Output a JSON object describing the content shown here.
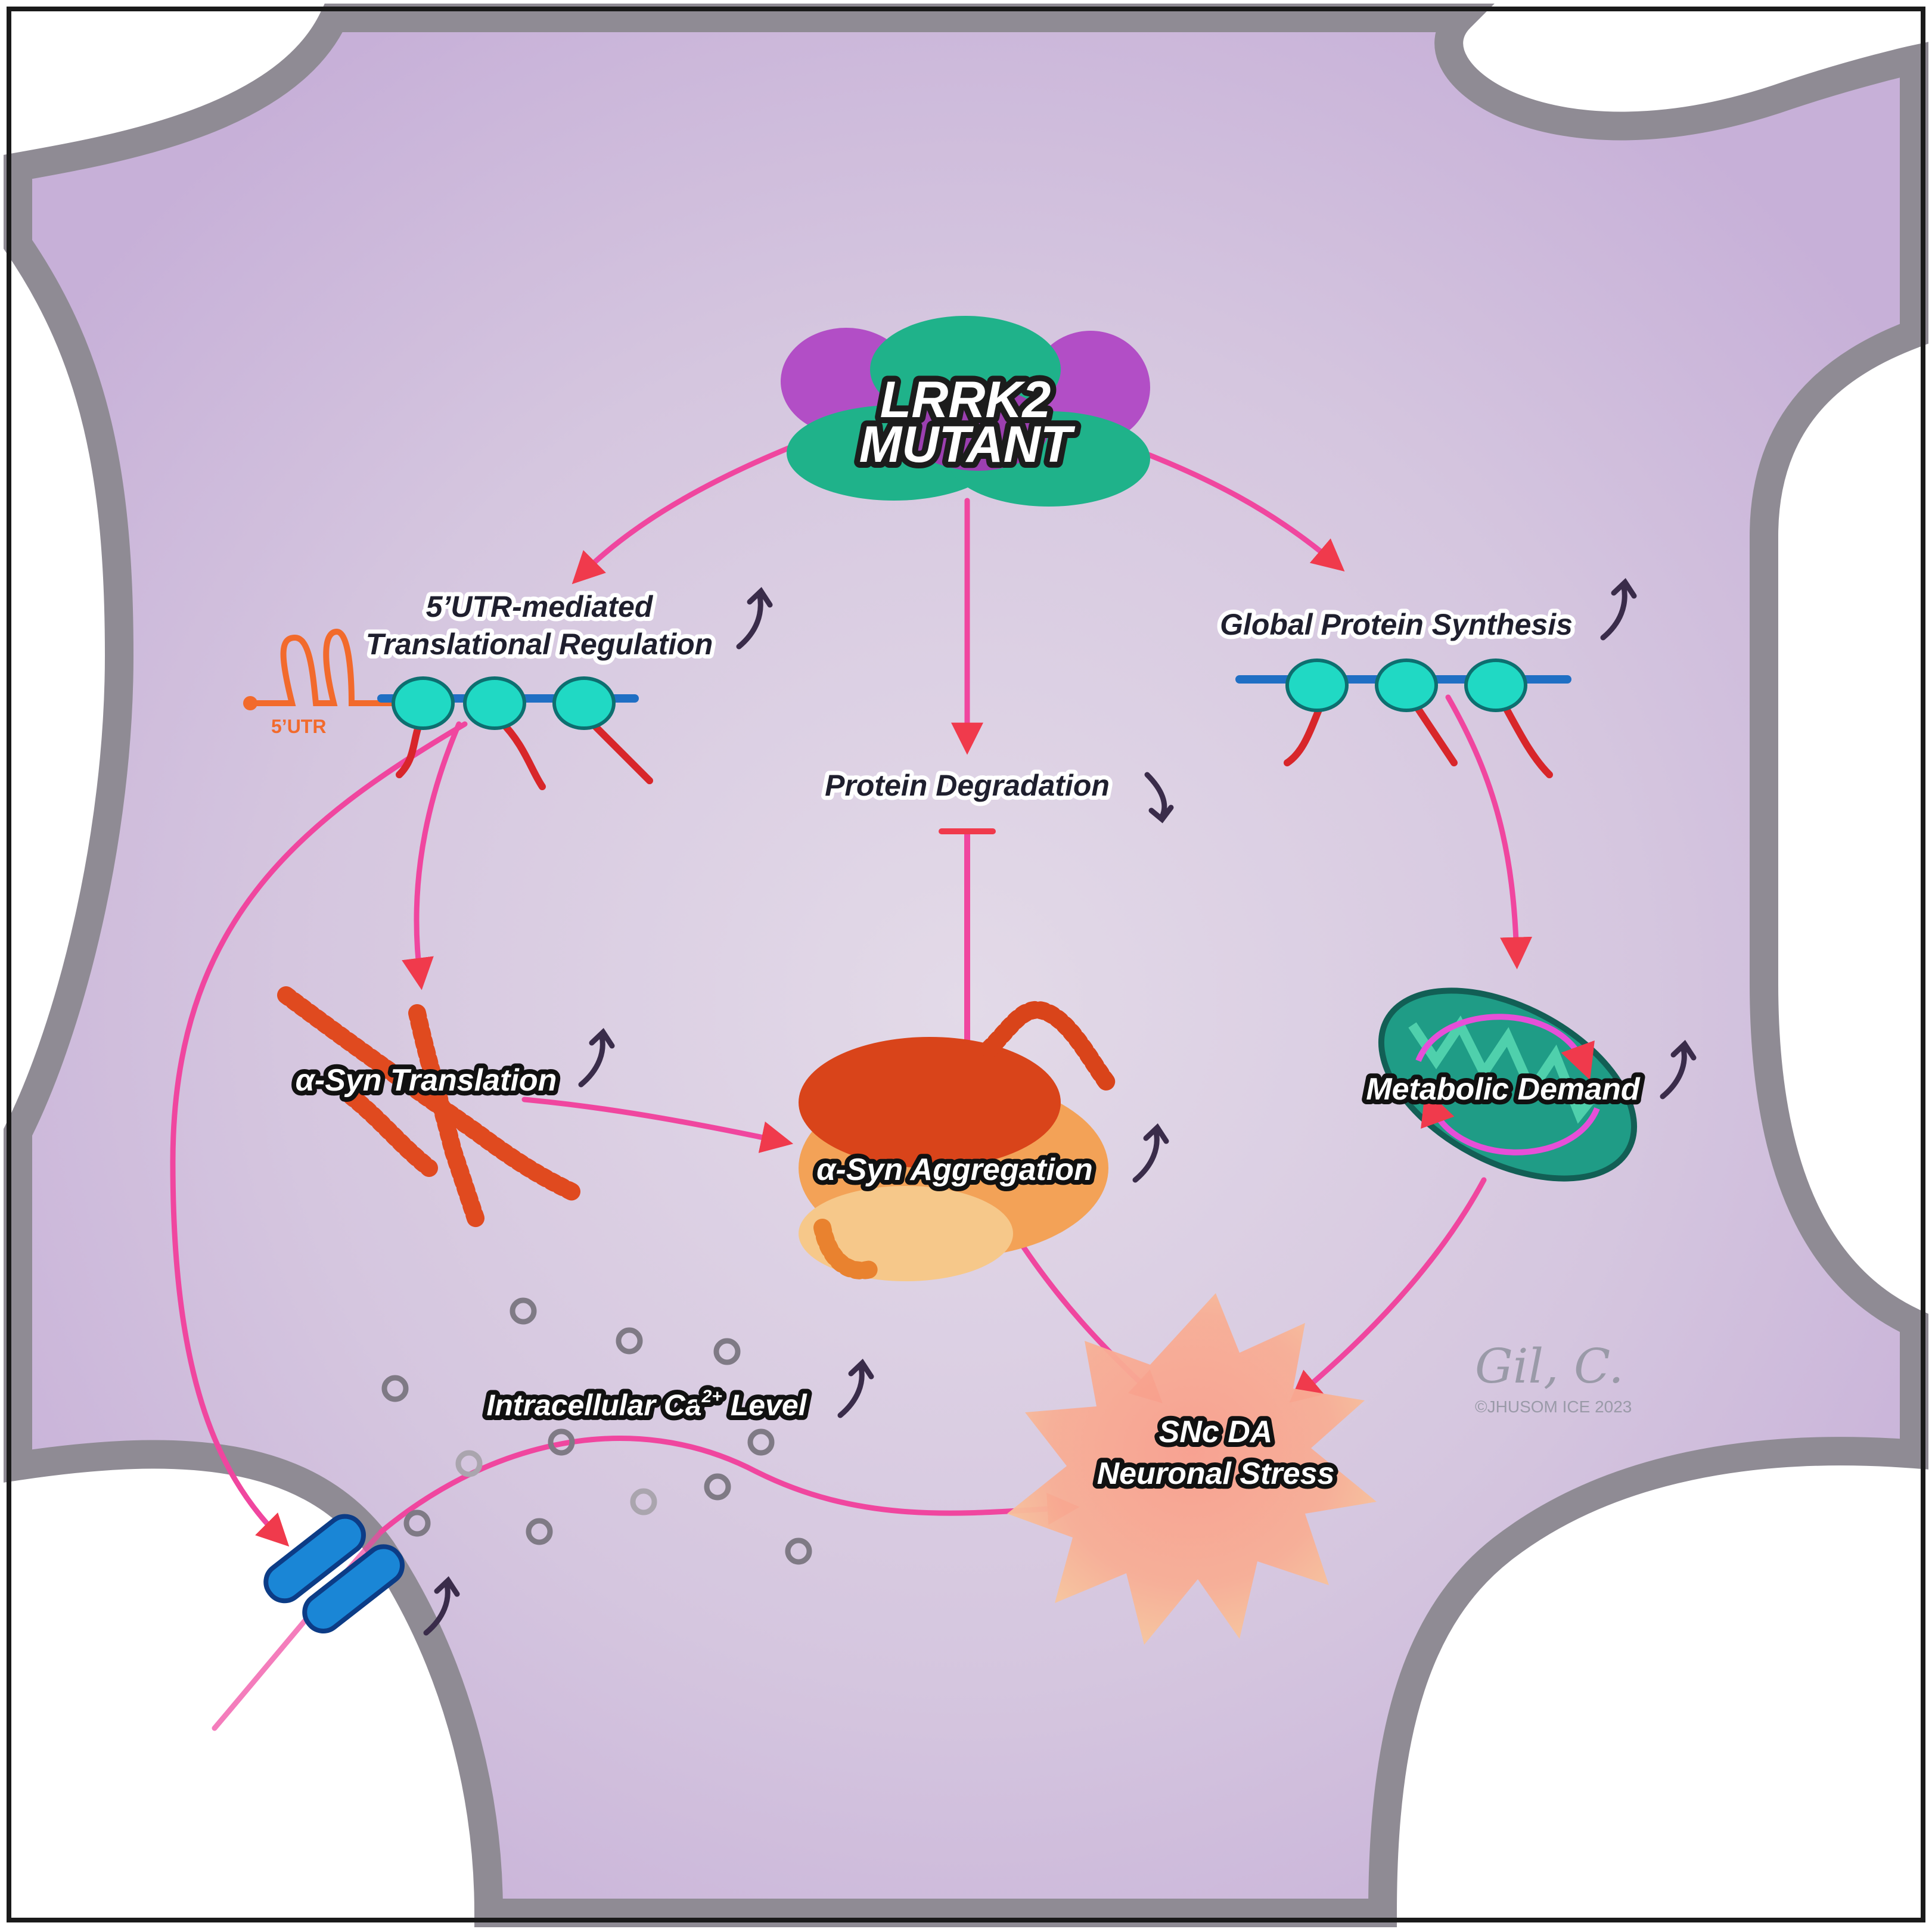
{
  "title_line1": "LRRK2",
  "title_line2": "MUTANT",
  "labels": {
    "utr_line1": "5’UTR-mediated",
    "utr_line2": "Translational Regulation",
    "utr_tag": "5’UTR",
    "global_synthesis": "Global Protein Synthesis",
    "protein_degradation": "Protein Degradation",
    "asyn_translation": "α-Syn Translation",
    "asyn_aggregation": "α-Syn Aggregation",
    "metabolic_demand": "Metabolic Demand",
    "calcium_prefix": "Intracellular Ca",
    "calcium_sup": "2+",
    "calcium_suffix": " Level",
    "stress_line1": "SNc DA",
    "stress_line2": "Neuronal Stress"
  },
  "credit": {
    "signature": "Gil, C.",
    "copyright": "©JHUSOM ICE 2023"
  },
  "colors": {
    "cytoplasm": "#cdb9da",
    "membrane": "#8e8a93",
    "arrow": "#f0469f",
    "arrow_head": "#f03a4c",
    "ribosome": "#20d9c4",
    "mrna": "#1f6fc4",
    "peptide": "#d8262a",
    "lrrk2_green": "#1fb28a",
    "lrrk2_magenta": "#b24ec6",
    "mitochondrion": "#1f9c86",
    "channel": "#1a86d6",
    "stress": "#f7a58c"
  }
}
